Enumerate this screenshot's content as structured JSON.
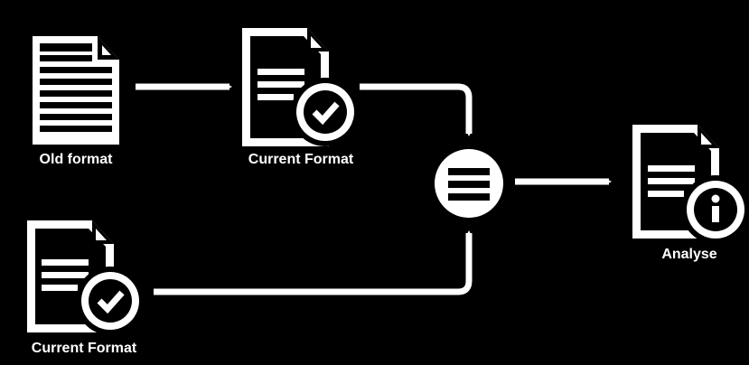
{
  "colors": {
    "background": "#000000",
    "foreground": "#ffffff"
  },
  "nodes": {
    "old_format": {
      "label": "Old format",
      "icon": "document-lines-icon"
    },
    "current_format_top": {
      "label": "Current Format",
      "icon": "document-check-icon"
    },
    "current_format_bottom": {
      "label": "Current Format",
      "icon": "document-check-icon"
    },
    "merge": {
      "icon": "merge-list-icon"
    },
    "analyse": {
      "label": "Analyse",
      "icon": "document-info-icon"
    }
  }
}
